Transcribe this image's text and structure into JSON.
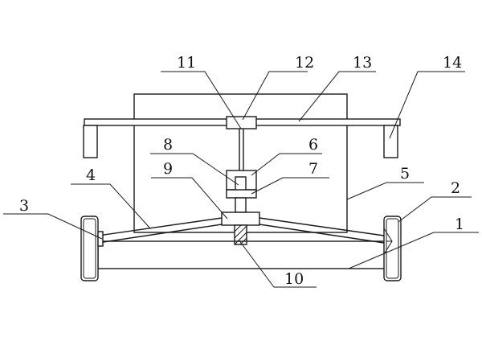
{
  "labels": {
    "l1": "1",
    "l2": "2",
    "l3": "3",
    "l4": "4",
    "l5": "5",
    "l6": "6",
    "l7": "7",
    "l8": "8",
    "l9": "9",
    "l10": "10",
    "l11": "11",
    "l12": "12",
    "l13": "13",
    "l14": "14"
  },
  "colors": {
    "stroke": "#1a1a1a",
    "background": "#ffffff"
  }
}
